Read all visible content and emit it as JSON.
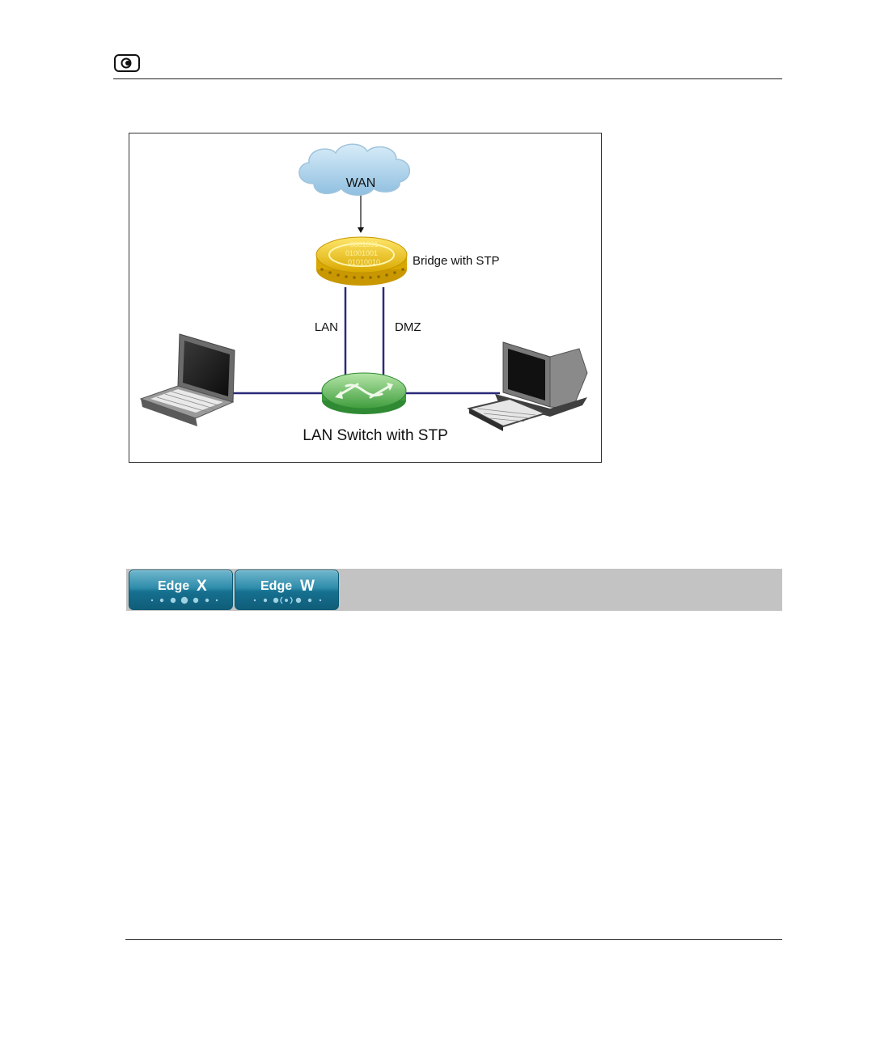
{
  "header": {
    "logo_icon": "moon-logo-icon"
  },
  "figure": {
    "nodes": {
      "wan": "WAN",
      "bridge": "Bridge with STP",
      "switch": "LAN Switch with STP"
    },
    "links": {
      "lan": "LAN",
      "dmz": "DMZ"
    },
    "bridge_bits": [
      "0001001",
      "01001001",
      "01010010"
    ],
    "colors": {
      "cloud": "#a9cfe8",
      "bridge": "#f2c200",
      "switch": "#6cc16a",
      "link": "#2a2a7a"
    }
  },
  "banner": {
    "buttons": [
      {
        "word": "Edge",
        "letter": "X"
      },
      {
        "word": "Edge",
        "letter": "W"
      }
    ],
    "background": "#c3c3c3",
    "button_color": "#1f7fa0"
  }
}
